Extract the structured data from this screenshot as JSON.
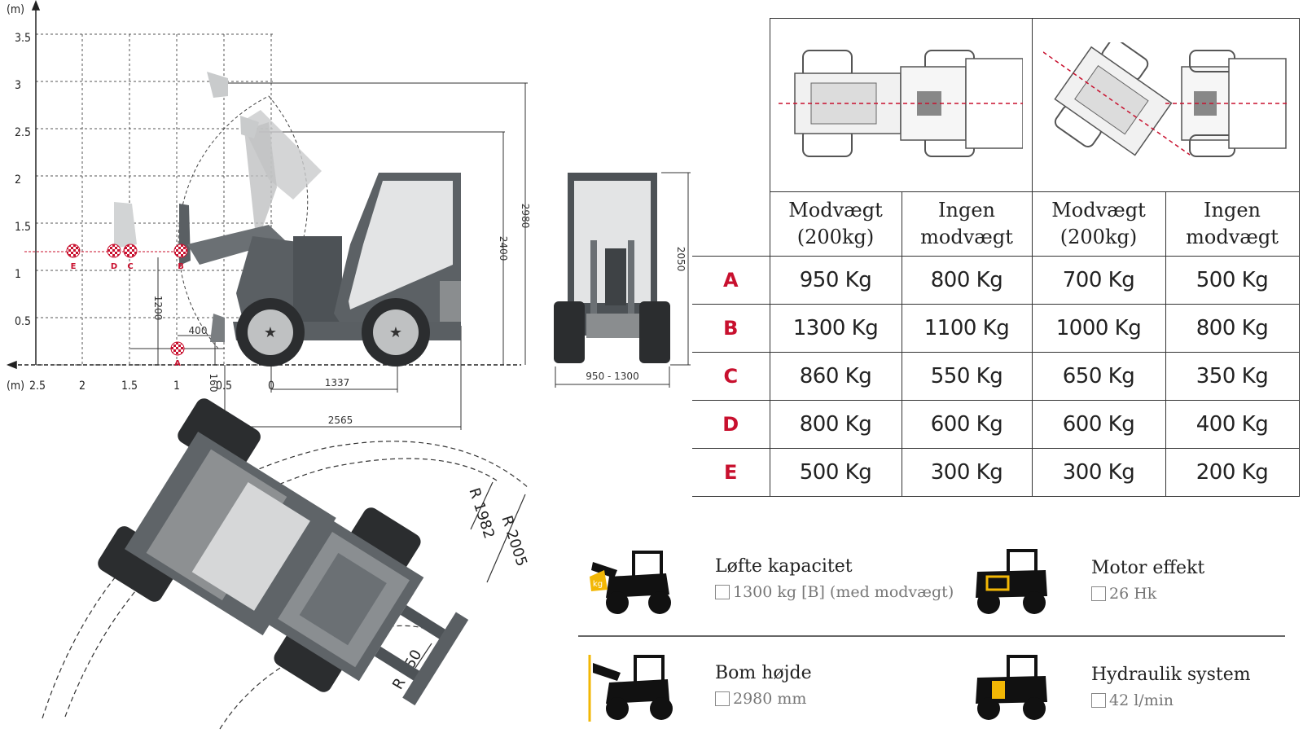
{
  "side_view": {
    "unit_y": "(m)",
    "unit_x": "(m)",
    "y_ticks": [
      "3.5",
      "3",
      "2.5",
      "2",
      "1.5",
      "1",
      "0.5"
    ],
    "x_ticks": [
      "2.5",
      "2",
      "1.5",
      "1",
      "0.5",
      "0"
    ],
    "dims": {
      "h_2980": "2980",
      "h_2400": "2400",
      "h_1200": "1200",
      "h_160": "160",
      "d_400": "400",
      "wheelbase": "1337",
      "length": "2565"
    },
    "points": [
      "E",
      "D",
      "C",
      "B",
      "A"
    ]
  },
  "front_view": {
    "height": "2050",
    "width": "950 - 1300"
  },
  "turning": {
    "r_outer": "R 2005",
    "r_mid": "R 1982",
    "r_inner": "R 850"
  },
  "table": {
    "headers": [
      "Modvægt\n(200kg)",
      "Ingen\nmodvægt",
      "Modvægt\n(200kg)",
      "Ingen\nmodvægt"
    ],
    "rows": [
      {
        "label": "A",
        "values": [
          "950 Kg",
          "800 Kg",
          "700 Kg",
          "500 Kg"
        ]
      },
      {
        "label": "B",
        "values": [
          "1300 Kg",
          "1100 Kg",
          "1000 Kg",
          "800 Kg"
        ]
      },
      {
        "label": "C",
        "values": [
          "860 Kg",
          "550 Kg",
          "650 Kg",
          "350 Kg"
        ]
      },
      {
        "label": "D",
        "values": [
          "800 Kg",
          "600 Kg",
          "600 Kg",
          "400 Kg"
        ]
      },
      {
        "label": "E",
        "values": [
          "500 Kg",
          "300 Kg",
          "300 Kg",
          "200 Kg"
        ]
      }
    ]
  },
  "specs": {
    "lift": {
      "title": "Løfte kapacitet",
      "value": "1300 kg [B] (med modvægt)",
      "icon": "loader-weight-icon"
    },
    "motor": {
      "title": "Motor effekt",
      "value": "26 Hk",
      "icon": "loader-engine-icon"
    },
    "boom": {
      "title": "Bom højde",
      "value": "2980 mm",
      "icon": "loader-height-icon"
    },
    "hydraulic": {
      "title": "Hydraulik system",
      "value": "42 l/min",
      "icon": "loader-hydraulic-icon"
    }
  },
  "colors": {
    "accent_red": "#c8102e",
    "machine_grey": "#555b60",
    "accent_yellow": "#f2b705"
  }
}
